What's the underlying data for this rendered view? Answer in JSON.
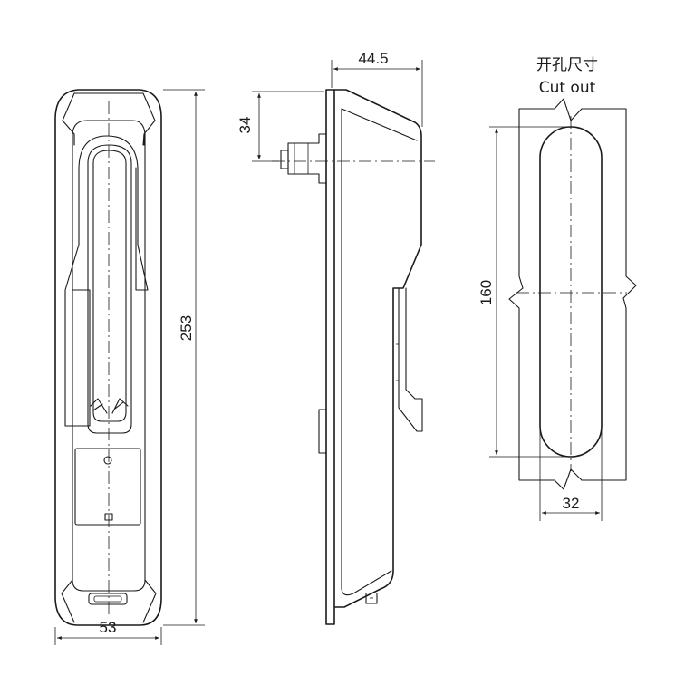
{
  "front_view": {
    "width_dimension": "53",
    "height_dimension": "253"
  },
  "side_view": {
    "depth_dimension": "44.5",
    "offset_dimension": "34"
  },
  "cutout": {
    "title_cn": "开孔尺寸",
    "title_en": "Cut out",
    "height_dimension": "160",
    "width_dimension": "32"
  },
  "colors": {
    "line": "#1a1a1a",
    "background": "#ffffff"
  }
}
